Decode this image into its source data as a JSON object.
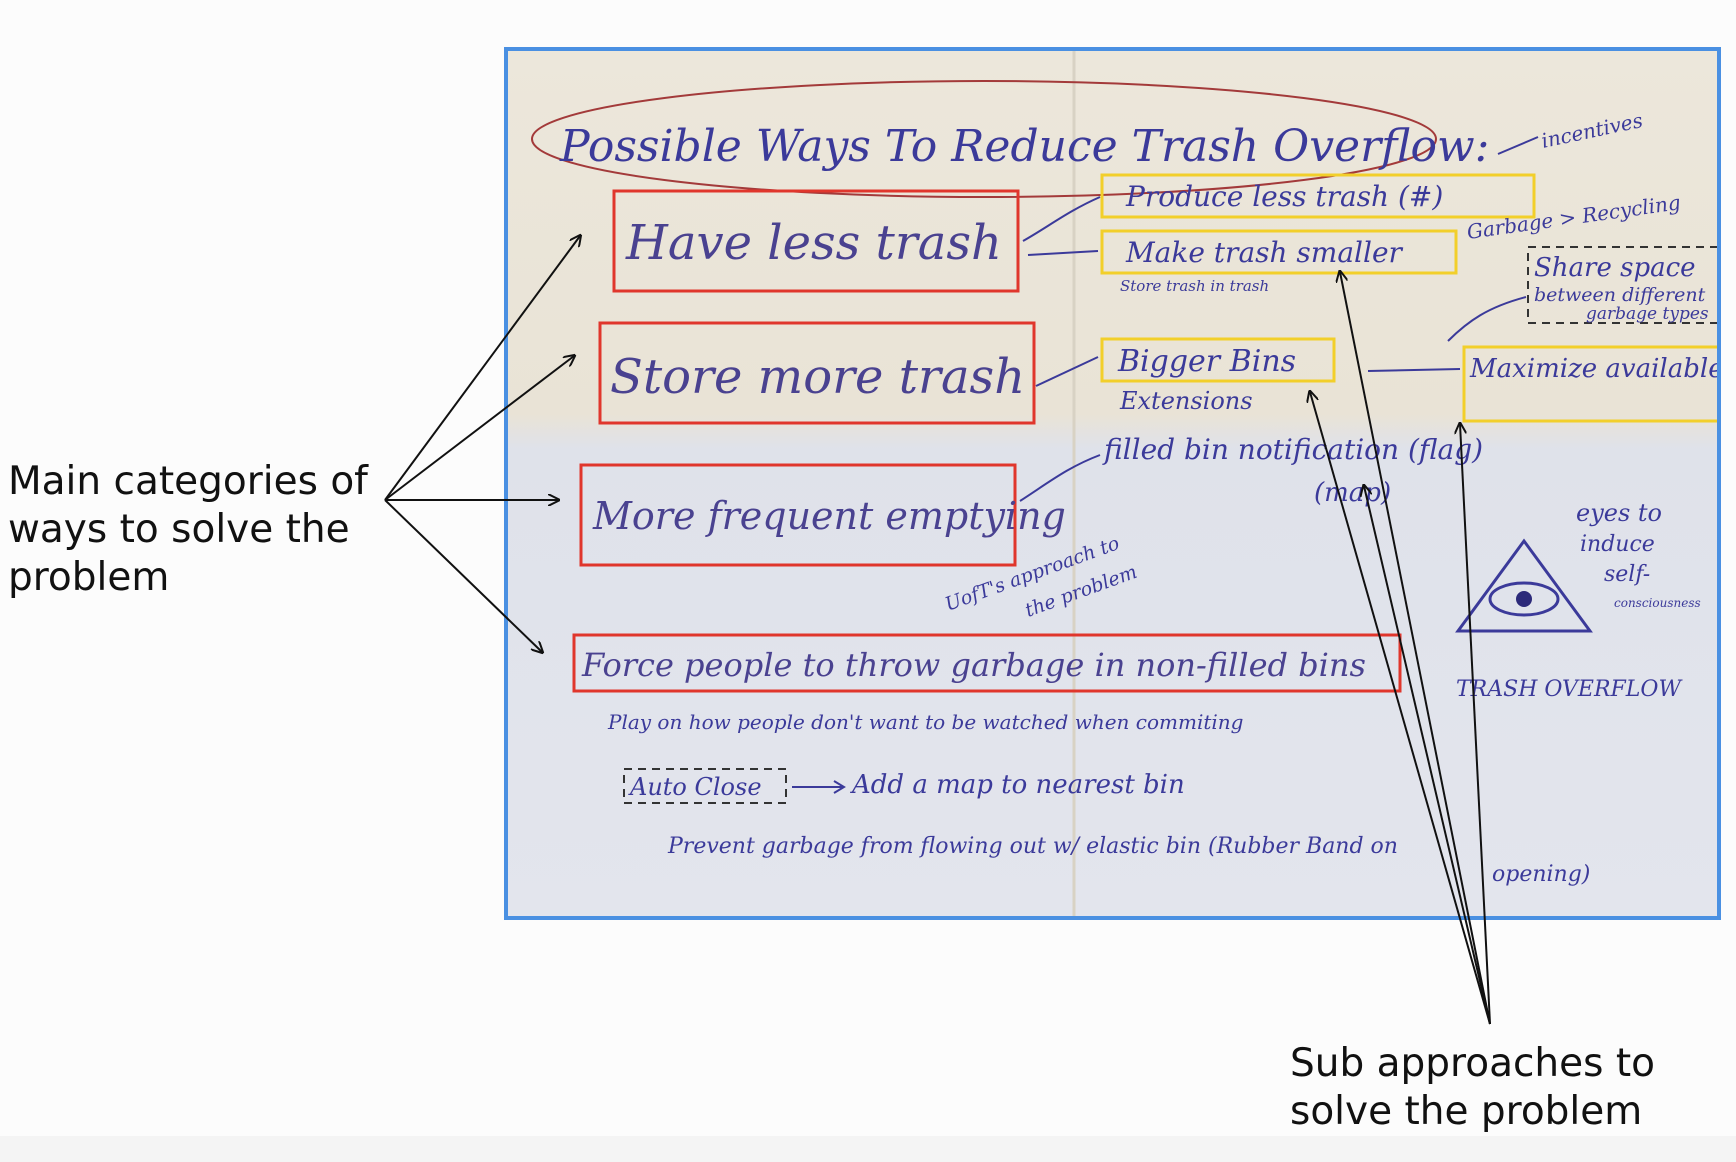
{
  "annotations": {
    "main_label": [
      "Main categories of",
      "ways to solve the",
      "problem"
    ],
    "sub_label": [
      "Sub approaches to",
      "solve the problem"
    ]
  },
  "photo": {
    "title": "Possible Ways To Reduce Trash Overflow:",
    "title_note": "incentives",
    "main_categories": [
      "Have less trash",
      "Store more trash",
      "More frequent emptying",
      "Force people to throw garbage in non-filled bins"
    ],
    "sub_approaches": [
      "Produce less trash (#)",
      "Make trash smaller",
      "Bigger Bins",
      "Maximize available volume"
    ],
    "notes": {
      "store_in_trash": "Store trash in trash",
      "extensions": "Extensions",
      "garbage_recycling": "Garbage > Recycling",
      "share_space": [
        "Share space",
        "between different",
        "garbage types"
      ],
      "filled_bin_notification": "filled bin notification (flag)",
      "map": "(map)",
      "uoft": [
        "UofT's approach to",
        "the problem"
      ],
      "eyes": [
        "eyes to",
        "induce",
        "self-",
        "consciousness"
      ],
      "trash_overflow_label": "TRASH OVERFLOW",
      "play_on": "Play on how people don't want to be watched when commiting",
      "auto_close": "Auto Close",
      "add_map": "Add a map to nearest bin",
      "prevent": "Prevent garbage from flowing out w/ elastic bin (Rubber Band on",
      "opening": "opening)"
    }
  },
  "colors": {
    "main_box": "#e0362c",
    "sub_box": "#f2cf2a",
    "photo_border": "#4a90e2",
    "ink": "#3b3a9a"
  }
}
